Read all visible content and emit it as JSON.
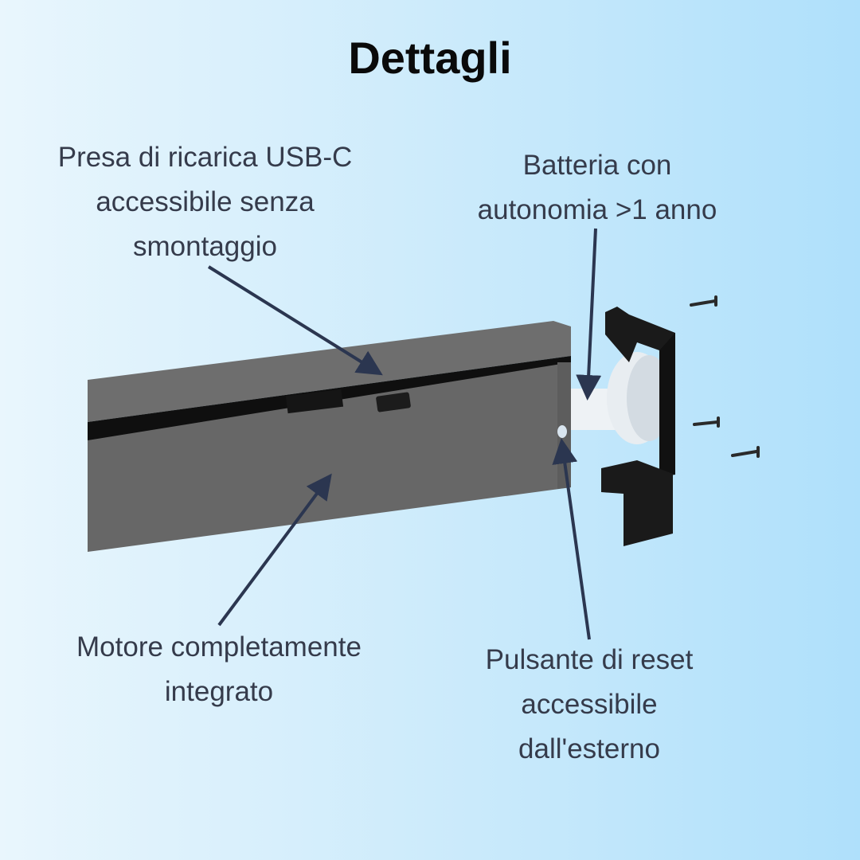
{
  "title": "Dettagli",
  "labels": {
    "usb": [
      "Presa di ricarica USB-C",
      "accessibile senza",
      "smontaggio"
    ],
    "battery": [
      "Batteria con",
      "autonomia >1 anno"
    ],
    "motor": [
      "Motore completamente",
      "integrato"
    ],
    "reset": [
      "Pulsante di reset",
      "accessibile",
      "dall'esterno"
    ]
  },
  "colors": {
    "arrow": "#2b3650",
    "rail": "#676767",
    "cap": "#1a1a1a"
  }
}
